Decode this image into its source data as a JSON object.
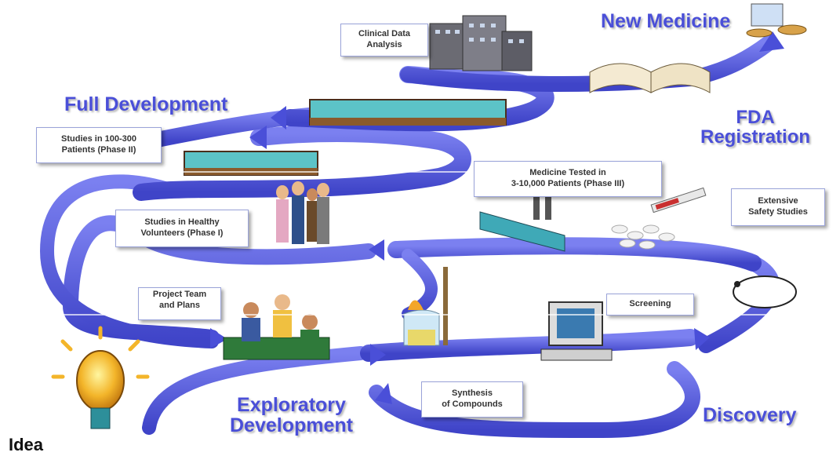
{
  "headings": {
    "new_medicine": "New Medicine",
    "full_development": "Full Development",
    "fda_registration": "FDA\nRegistration",
    "exploratory_development": "Exploratory\nDevelopment",
    "discovery": "Discovery",
    "idea": "Idea"
  },
  "boxes": {
    "clinical_data_analysis": "Clinical Data\nAnalysis",
    "studies_phase_ii": "Studies in 100-300\nPatients (Phase II)",
    "medicine_tested_phase_iii": "Medicine Tested in\n3-10,000 Patients (Phase III)",
    "extensive_safety": "Extensive\nSafety Studies",
    "studies_phase_i": "Studies in Healthy\nVolunteers (Phase I)",
    "project_team": "Project Team\nand Plans",
    "screening": "Screening",
    "synthesis": "Synthesis\nof Compounds"
  },
  "colors": {
    "arrow": "#5a5fe0",
    "arrow_dark": "#3b3fb8",
    "heading": "#4a4fd8"
  }
}
